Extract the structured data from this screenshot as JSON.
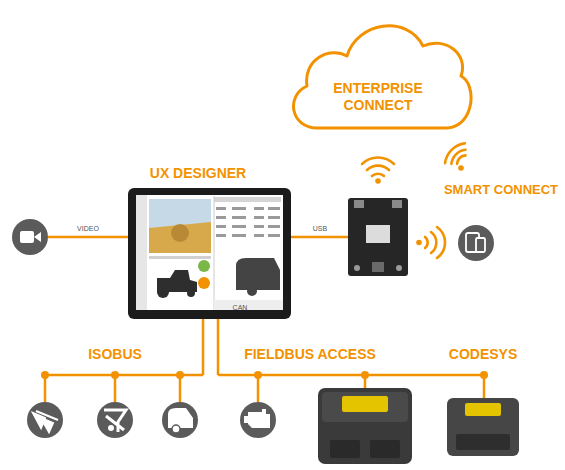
{
  "diagram": {
    "nodes": [
      {
        "text": [
          "ENTERPRISE CONNECT"
        ]
      },
      {
        "text": [
          "UX DESIGNER"
        ]
      },
      {
        "text": [
          "SMART CONNECT"
        ]
      }
    ],
    "labels": [
      "VIDEO",
      "USB",
      "CAN",
      "ISOBUS",
      "FIELDBUS ACCESS",
      "CODESYS"
    ]
  }
}
